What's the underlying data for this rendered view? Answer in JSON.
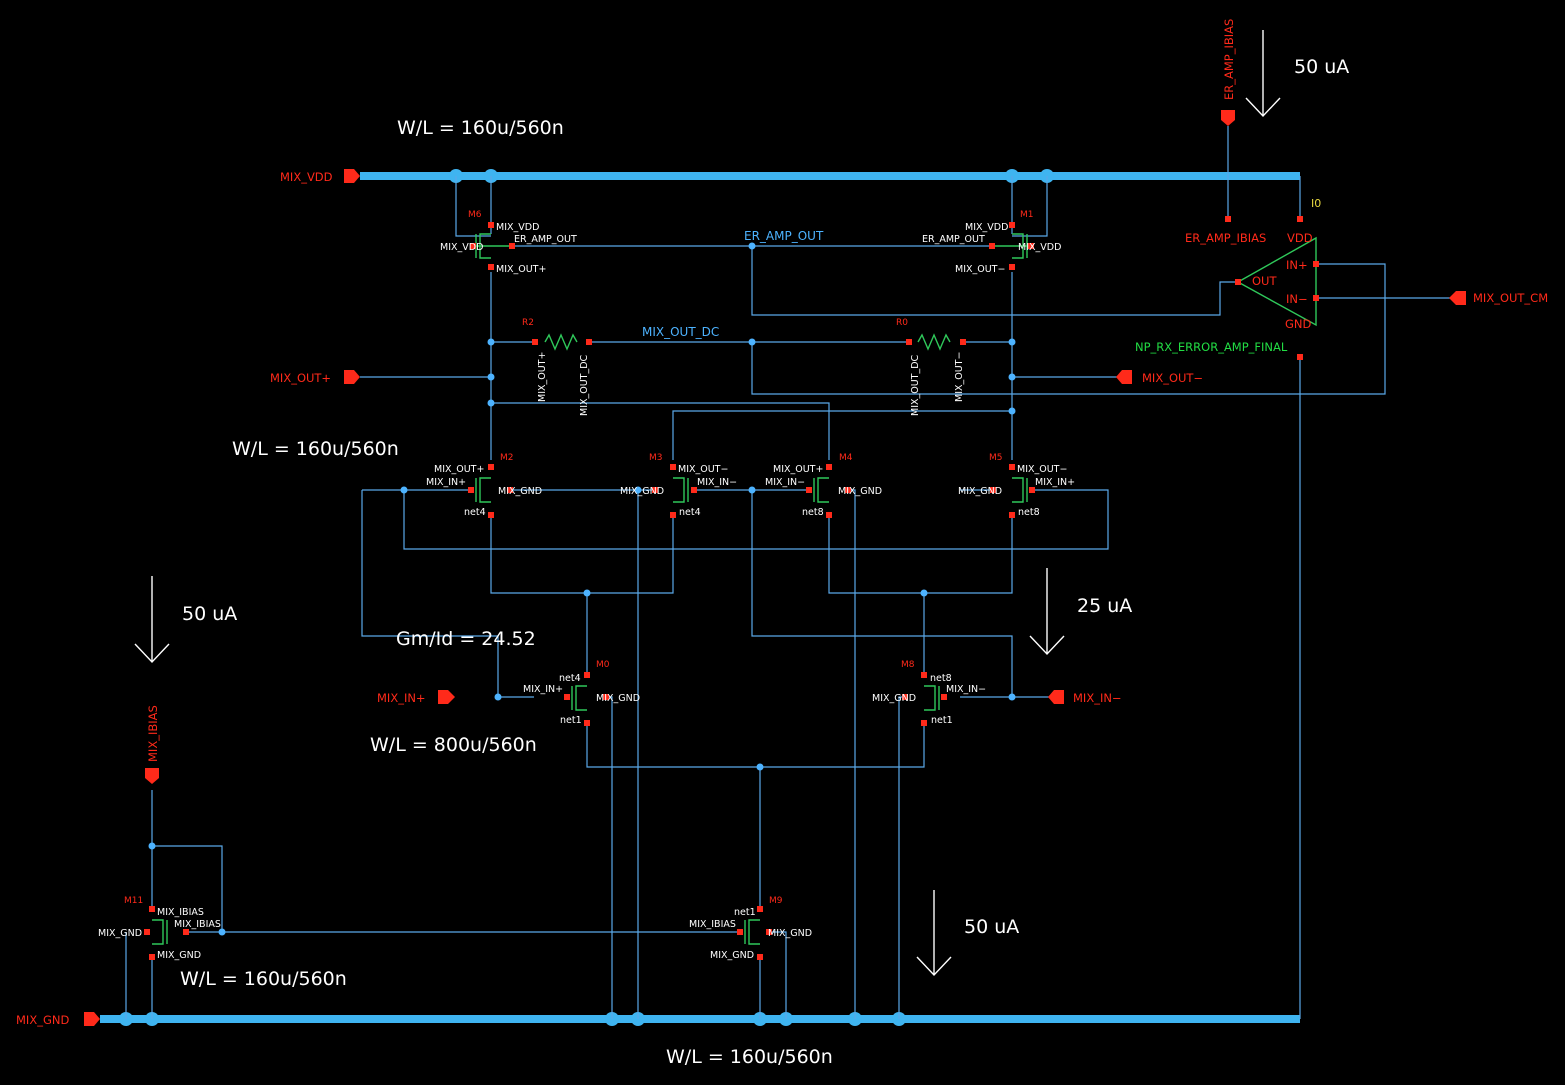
{
  "annotations": {
    "wl_top": "W/L = 160u/560n",
    "wl_mid": "W/L = 160u/560n",
    "wl_in": "W/L = 800u/560n",
    "wl_bias": "W/L = 160u/560n",
    "wl_bottom": "W/L = 160u/560n",
    "gm_id": "Gm/Id = 24.52",
    "i_amp": "50 uA",
    "i_left": "50 uA",
    "i_mid": "25 uA",
    "i_tail": "50 uA"
  },
  "pins": {
    "mix_vdd": "MIX_VDD",
    "mix_gnd": "MIX_GND",
    "mix_out_p": "MIX_OUT+",
    "mix_out_n": "MIX_OUT−",
    "mix_in_p": "MIX_IN+",
    "mix_in_n": "MIX_IN−",
    "mix_out_cm": "MIX_OUT_CM",
    "er_amp_ibias": "ER_AMP_IBIAS",
    "mix_ibias": "MIX_IBIAS"
  },
  "nets": {
    "er_amp_out": "ER_AMP_OUT",
    "mix_out_dc": "MIX_OUT_DC"
  },
  "amp": {
    "cell": "NP_RX_ERROR_AMP_FINAL",
    "instance": "I0",
    "ibias_pin": "ER_AMP_IBIAS",
    "vdd_pin": "VDD",
    "inp": "IN+",
    "inn": "IN−",
    "out": "OUT",
    "gnd": "GND"
  },
  "resistors": {
    "r2": {
      "name": "R2",
      "t1": "MIX_OUT+",
      "t2": "MIX_OUT_DC"
    },
    "r0": {
      "name": "R0",
      "t1": "MIX_OUT_DC",
      "t2": "MIX_OUT−"
    }
  },
  "transistors": {
    "m6": {
      "name": "M6",
      "d": "MIX_VDD",
      "g": "ER_AMP_OUT",
      "b": "MIX_VDD",
      "s": "MIX_OUT+"
    },
    "m1": {
      "name": "M1",
      "d": "MIX_VDD",
      "g": "ER_AMP_OUT",
      "b": "MIX_VDD",
      "s": "MIX_OUT−"
    },
    "m2": {
      "name": "M2",
      "d": "MIX_OUT+",
      "g": "MIX_IN+",
      "b": "MIX_GND",
      "s": "net4"
    },
    "m3": {
      "name": "M3",
      "d": "MIX_OUT−",
      "g": "MIX_IN−",
      "b": "MIX_GND",
      "s": "net4"
    },
    "m4": {
      "name": "M4",
      "d": "MIX_OUT+",
      "g": "MIX_IN−",
      "b": "MIX_GND",
      "s": "net8"
    },
    "m5": {
      "name": "M5",
      "d": "MIX_OUT−",
      "g": "MIX_IN+",
      "b": "MIX_GND",
      "s": "net8"
    },
    "m0": {
      "name": "M0",
      "d": "net4",
      "g": "MIX_IN+",
      "b": "MIX_GND",
      "s": "net1"
    },
    "m8": {
      "name": "M8",
      "d": "net8",
      "g": "MIX_IN−",
      "b": "MIX_GND",
      "s": "net1"
    },
    "m11": {
      "name": "M11",
      "d": "MIX_IBIAS",
      "g": "MIX_IBIAS",
      "b": "MIX_GND",
      "s": "MIX_GND"
    },
    "m9": {
      "name": "M9",
      "d": "net1",
      "g": "MIX_IBIAS",
      "b": "MIX_GND",
      "s": "MIX_GND"
    }
  },
  "colors": {
    "background": "#000000",
    "wire": "#5aa8e8",
    "bus": "#3fb4f0",
    "pin": "#ff2a1a",
    "device": "#2fc85a",
    "text": "#ffffff"
  }
}
